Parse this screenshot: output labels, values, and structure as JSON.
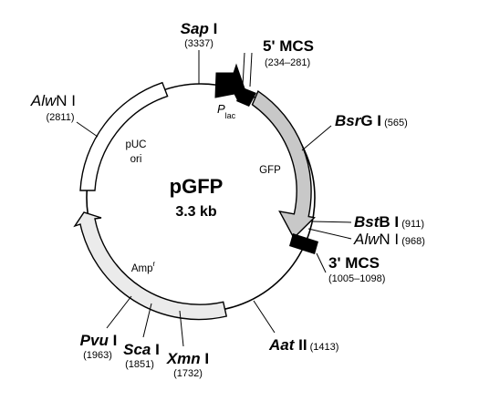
{
  "plasmid": {
    "name": "pGFP",
    "size": "3.3 kb"
  },
  "features": {
    "plac": {
      "main": "P",
      "sub": "lac"
    },
    "gfp": "GFP",
    "puc_ori_line1": "pUC",
    "puc_ori_line2": "ori",
    "amp": {
      "main": "Amp",
      "sup": "r"
    }
  },
  "mcs": {
    "five_prime": {
      "label": "5' MCS",
      "range": "(234–281)"
    },
    "three_prime": {
      "label": "3' MCS",
      "range": "(1005–1098)"
    }
  },
  "enzymes": {
    "sapI": {
      "italic": "Sap",
      "roman": " I",
      "position": "(3337)"
    },
    "alwNI_top": {
      "italic": "Alw",
      "roman": "N I",
      "position": "(2811)"
    },
    "bsrGI": {
      "italic": "Bsr",
      "roman": "G I",
      "position": " (565)"
    },
    "bstBI": {
      "italic": "Bst",
      "roman": "B I",
      "position": " (911)"
    },
    "alwNI_right": {
      "italic": "Alw",
      "roman": "N I",
      "position": " (968)"
    },
    "aatII": {
      "italic": "Aat",
      "roman": " II",
      "position": " (1413)"
    },
    "xmnI": {
      "italic": "Xmn",
      "roman": " I",
      "position": "(1732)"
    },
    "scaI": {
      "italic": "Sca",
      "roman": " I",
      "position": "(1851)"
    },
    "pvuI": {
      "italic": "Pvu",
      "roman": " I",
      "position": "(1963)"
    }
  },
  "colors": {
    "gfp_fill": "#c8c8c8",
    "amp_fill": "#ebebeb",
    "ori_fill": "#ffffff",
    "promoter_fill": "#000000",
    "mcs_fill": "#000000"
  }
}
